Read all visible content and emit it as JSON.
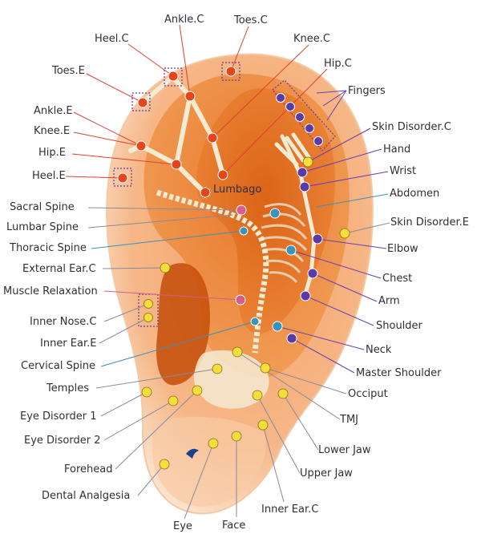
{
  "diagram": {
    "colors": {
      "ear_outer": "#f6b788",
      "ear_mid": "#ee8c3c",
      "ear_inner": "#e06a1c",
      "bone": "#f5ead2",
      "leader_default": "#8a8a99",
      "leader_red": "#e0402a",
      "leader_purple": "#6a3fb0",
      "leader_teal": "#3f8fb8",
      "point_red": "#e8441c",
      "point_purple": "#5b3aa8",
      "point_teal": "#3a93ba",
      "point_pink": "#d95c8a",
      "point_yellow": "#f3df3b"
    },
    "labels": {
      "ankle_c": "Ankle.C",
      "toes_c": "Toes.C",
      "heel_c": "Heel.C",
      "knee_c": "Knee.C",
      "toes_e": "Toes.E",
      "hip_c": "Hip.C",
      "fingers": "Fingers",
      "ankle_e": "Ankle.E",
      "knee_e": "Knee.E",
      "hip_e": "Hip.E",
      "heel_e": "Heel.E",
      "skin_disorder_c": "Skin Disorder.C",
      "hand": "Hand",
      "wrist": "Wrist",
      "abdomen": "Abdomen",
      "lumbago": "Lumbago",
      "sacral_spine": "Sacral Spine",
      "lumbar_spine": "Lumbar Spine",
      "skin_disorder_e": "Skin Disorder.E",
      "thoracic_spine": "Thoracic Spine",
      "elbow": "Elbow",
      "external_ear_c": "External Ear.C",
      "chest": "Chest",
      "muscle_relaxation": "Muscle Relaxation",
      "arm": "Arm",
      "inner_nose_c": "Inner Nose.C",
      "shoulder": "Shoulder",
      "inner_ear_e": "Inner Ear.E",
      "neck": "Neck",
      "cervical_spine": "Cervical Spine",
      "master_shoulder": "Master Shoulder",
      "temples": "Temples",
      "occiput": "Occiput",
      "eye_disorder_1": "Eye Disorder 1",
      "tmj": "TMJ",
      "eye_disorder_2": "Eye Disorder 2",
      "lower_jaw": "Lower Jaw",
      "forehead": "Forehead",
      "upper_jaw": "Upper Jaw",
      "dental_analgesia": "Dental Analgesia",
      "inner_ear_c": "Inner Ear.C",
      "eye": "Eye",
      "face": "Face"
    }
  }
}
